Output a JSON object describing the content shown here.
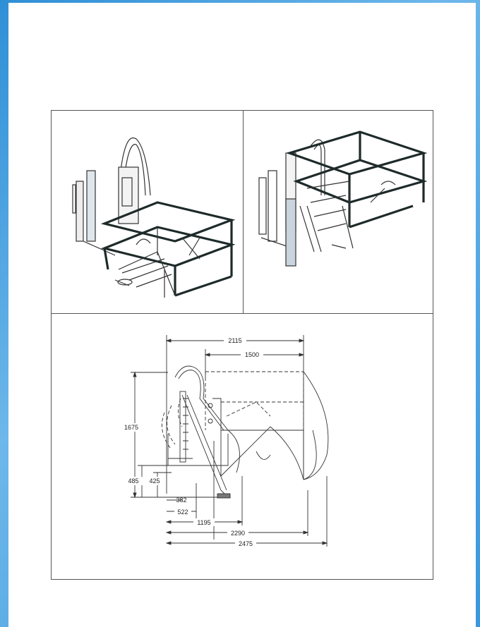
{
  "drawing": {
    "dimensions": {
      "top_width": "2115",
      "inner_width": "1500",
      "height": "1675",
      "base_height": "485",
      "step_height": "425",
      "d382": "382",
      "d522": "522",
      "d1195": "1195",
      "d2290": "2290",
      "d2475": "2475"
    }
  }
}
